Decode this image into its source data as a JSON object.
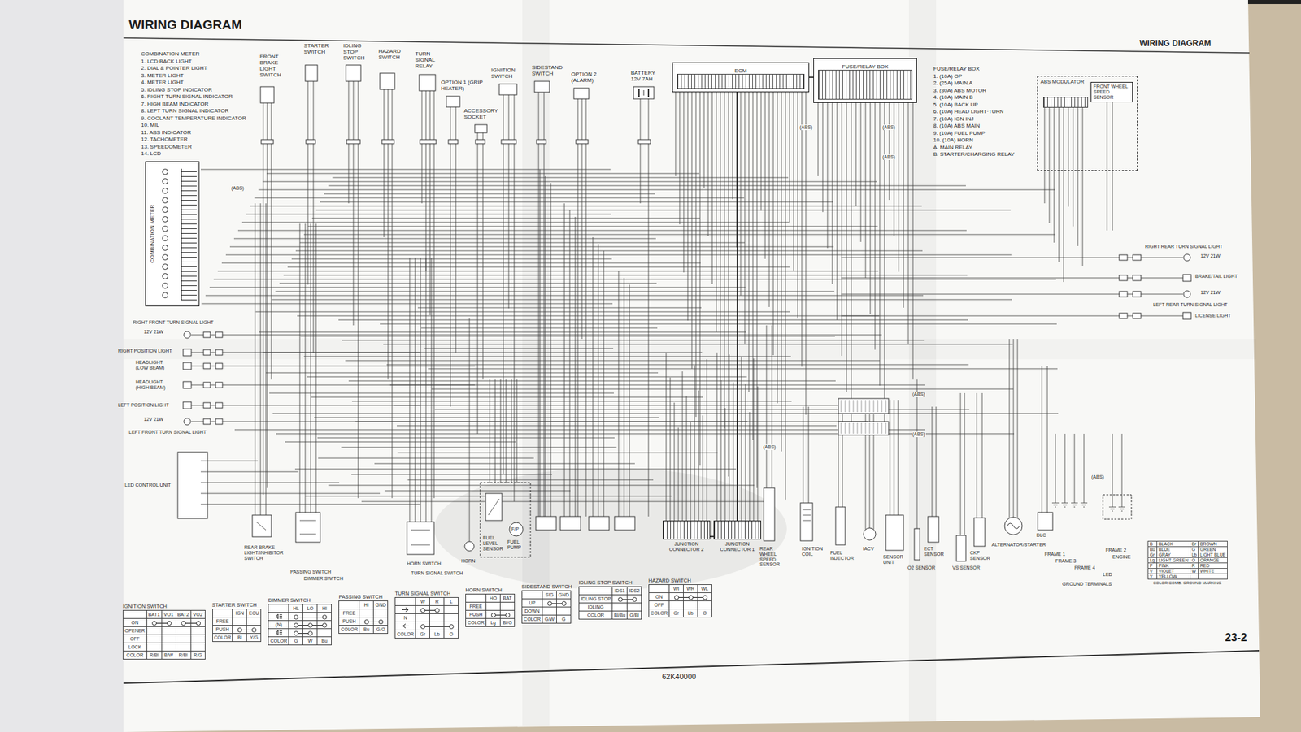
{
  "diagram": {
    "title": "WIRING DIAGRAM",
    "nodes": [
      {
        "text": [
          "COMBINATION METER"
        ]
      },
      {
        "text": [
          "ECM"
        ]
      },
      {
        "text": [
          "FUSE/RELAY BOX"
        ]
      },
      {
        "text": [
          "ABS MODULATOR"
        ]
      },
      {
        "text": [
          "FRONT WHEEL SPEED SENSOR"
        ],
        "in": 3
      },
      {
        "text": [
          "JUNCTION CONNECTOR 2"
        ]
      },
      {
        "text": [
          "JUNCTION CONNECTOR 1"
        ]
      },
      {
        "text": [
          "IGNITION SWITCH"
        ]
      },
      {
        "text": [
          "STARTER SWITCH"
        ]
      },
      {
        "text": [
          "DIMMER SWITCH"
        ]
      },
      {
        "text": [
          "PASSING SWITCH"
        ]
      },
      {
        "text": [
          "TURN SIGNAL SWITCH"
        ]
      },
      {
        "text": [
          "HORN SWITCH"
        ]
      },
      {
        "text": [
          "SIDESTAND SWITCH"
        ]
      },
      {
        "text": [
          "IDLING STOP SWITCH"
        ]
      },
      {
        "text": [
          "HAZARD SWITCH"
        ]
      }
    ],
    "edges": [
      {
        "from": 1,
        "to": 2,
        "arrow": "none"
      },
      {
        "from": 1,
        "to": 6,
        "arrow": "none"
      },
      {
        "from": 5,
        "to": 6,
        "arrow": "none"
      }
    ],
    "labels": [
      "COMBINATION METER",
      "1. LCD BACK LIGHT",
      "2. DIAL & POINTER LIGHT",
      "3. METER LIGHT",
      "4. METER LIGHT",
      "5. IDLING STOP INDICATOR",
      "6. RIGHT TURN SIGNAL INDICATOR",
      "7. HIGH BEAM INDICATOR",
      "8. LEFT TURN SIGNAL INDICATOR",
      "9. COOLANT TEMPERATURE INDICATOR",
      "10. MIL",
      "11. ABS INDICATOR",
      "12. TACHOMETER",
      "13. SPEEDOMETER",
      "14. LCD",
      "FUSE/RELAY BOX",
      "1. (10A) OP",
      "2. (25A) MAIN A",
      "3. (30A) ABS MOTOR",
      "4. (10A) MAIN B",
      "5. (10A) BACK UP",
      "6. (10A) HEAD LIGHT·TURN",
      "7. (10A) IGN·INJ",
      "8. (10A) ABS MAIN",
      "9. (10A) FUEL PUMP",
      "10. (10A) HORN",
      "A. MAIN RELAY",
      "B. STARTER/CHARGING RELAY",
      "FRONT BRAKE LIGHT SWITCH",
      "STARTER SWITCH",
      "IDLING STOP SWITCH",
      "HAZARD SWITCH",
      "TURN SIGNAL RELAY",
      "OPTION 1 (GRIP HEATER)",
      "IGNITION SWITCH",
      "ACCESSORY SOCKET",
      "SIDESTAND SWITCH",
      "OPTION 2 (ALARM)",
      "BATTERY 12V 7AH",
      "RIGHT FRONT TURN SIGNAL LIGHT",
      "12V 21W",
      "RIGHT POSITION LIGHT",
      "HEADLIGHT (LOW BEAM)",
      "HEADLIGHT (HIGH BEAM)",
      "LEFT POSITION LIGHT",
      "12V 21W",
      "LEFT FRONT TURN SIGNAL LIGHT",
      "LED CONTROL UNIT",
      "RIGHT REAR TURN SIGNAL LIGHT",
      "12V 21W",
      "BRAKE/TAIL LIGHT",
      "12V 21W",
      "LEFT REAR TURN SIGNAL LIGHT",
      "LICENSE LIGHT",
      "REAR BRAKE LIGHT/INHIBITOR SWITCH",
      "PASSING SWITCH",
      "DIMMER SWITCH",
      "HORN SWITCH",
      "HORN",
      "TURN SIGNAL SWITCH",
      "FUEL LEVEL SENSOR",
      "F/P",
      "FUEL PUMP",
      "REAR WHEEL SPEED SENSOR",
      "IGNITION COIL",
      "FUEL INJECTOR",
      "IACV",
      "SENSOR UNIT",
      "O2 SENSOR",
      "ECT SENSOR",
      "VS SENSOR",
      "CKP SENSOR",
      "ALTERNATOR/STARTER",
      "DLC",
      "FRAME 1",
      "FRAME 3",
      "FRAME 4",
      "FRAME 2",
      "ENGINE",
      "LED",
      "GROUND TERMINALS",
      "(ABS)",
      "(ABS)",
      "(ABS)",
      "(ABS)",
      "(ABS)",
      "(ABS)",
      "(ABS)",
      "(ABS)",
      "WIRING DIAGRAM",
      "62K40000",
      "23-2",
      "BAT1",
      "VO1",
      "BAT2",
      "VO2",
      "ON",
      "OPENER",
      "OFF",
      "LOCK",
      "COLOR",
      "R/Bl",
      "B/W",
      "R/Bl",
      "R/G",
      "IGN",
      "ECU",
      "FREE",
      "PUSH",
      "COLOR",
      "Bl",
      "Y/G",
      "HL",
      "LO",
      "HI",
      "(N)",
      "COLOR",
      "G",
      "W",
      "Bu",
      "HI",
      "GND",
      "FREE",
      "PUSH",
      "COLOR",
      "Bu",
      "G/O",
      "W",
      "R",
      "L",
      "N",
      "COLOR",
      "Gr",
      "Lb",
      "O",
      "HO",
      "BAT",
      "FREE",
      "PUSH",
      "COLOR",
      "Lg",
      "Bl/G",
      "SIG",
      "GND",
      "UP",
      "DOWN",
      "COLOR",
      "G/W",
      "G",
      "IDS1",
      "IDS2",
      "IDLING STOP",
      "IDLING",
      "COLOR",
      "Bl/Bu",
      "G/Bl",
      "WI",
      "WR",
      "WL",
      "ON",
      "OFF",
      "COLOR",
      "Gr",
      "Lb",
      "O",
      "B",
      "BLACK",
      "Br",
      "BROWN",
      "Bu",
      "BLUE",
      "G",
      "GREEN",
      "Gr",
      "GRAY",
      "Lb",
      "LIGHT BLUE",
      "Lg",
      "LIGHT GREEN",
      "O",
      "ORANGE",
      "P",
      "PINK",
      "R",
      "RED",
      "V",
      "VIOLET",
      "W",
      "WHITE",
      "Y",
      "YELLOW",
      "COLOR COMB. GROUND MARKING"
    ]
  }
}
